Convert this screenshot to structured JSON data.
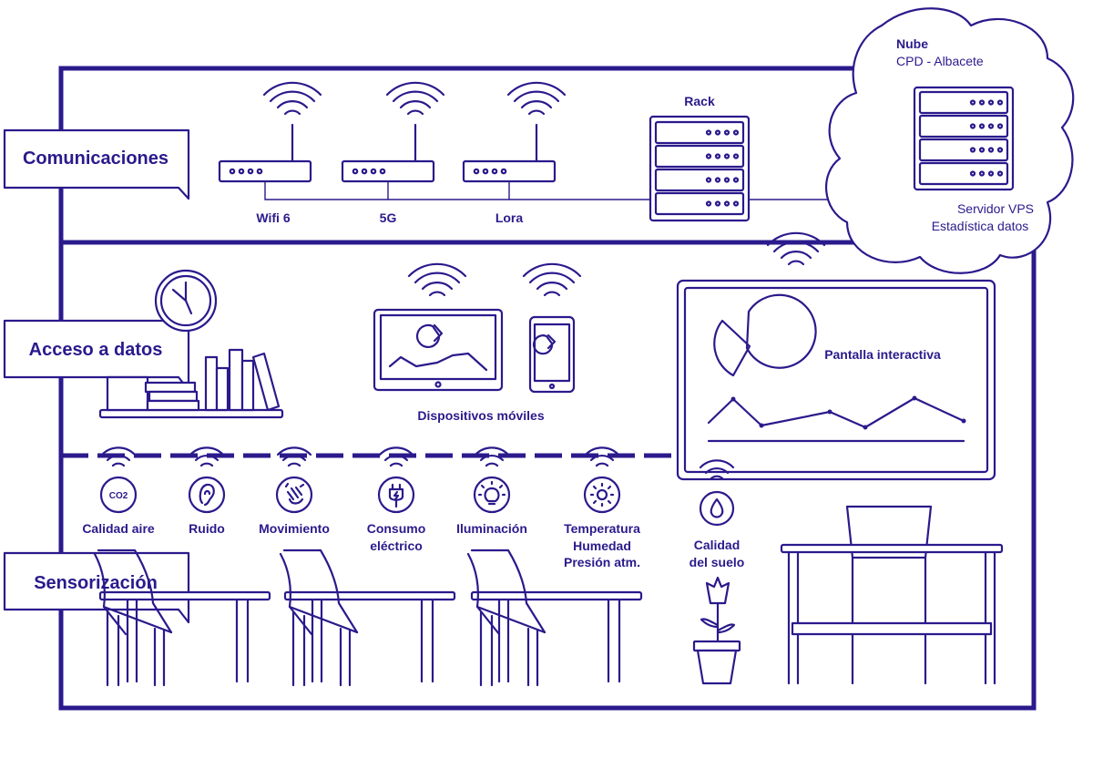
{
  "sections": {
    "comunicaciones": "Comunicaciones",
    "acceso": "Acceso a datos",
    "sensorizacion": "Sensorización"
  },
  "communications": {
    "wifi": "Wifi 6",
    "g5": "5G",
    "lora": "Lora",
    "rack": "Rack"
  },
  "cloud": {
    "title": "Nube",
    "location": "CPD - Albacete",
    "server_line1": "Servidor VPS",
    "server_line2": "Estadística datos"
  },
  "data_access": {
    "mobile": "Dispositivos móviles",
    "screen": "Pantalla interactiva"
  },
  "sensors": {
    "co2_badge": "CO2",
    "air": "Calidad aire",
    "noise": "Ruido",
    "movement": "Movimiento",
    "power_1": "Consumo",
    "power_2": "eléctrico",
    "light": "Iluminación",
    "temp_1": "Temperatura",
    "temp_2": "Humedad",
    "temp_3": "Presión atm.",
    "soil_1": "Calidad",
    "soil_2": "del suelo"
  },
  "colors": {
    "ink": "#2a1a8c",
    "background": "#ffffff"
  }
}
